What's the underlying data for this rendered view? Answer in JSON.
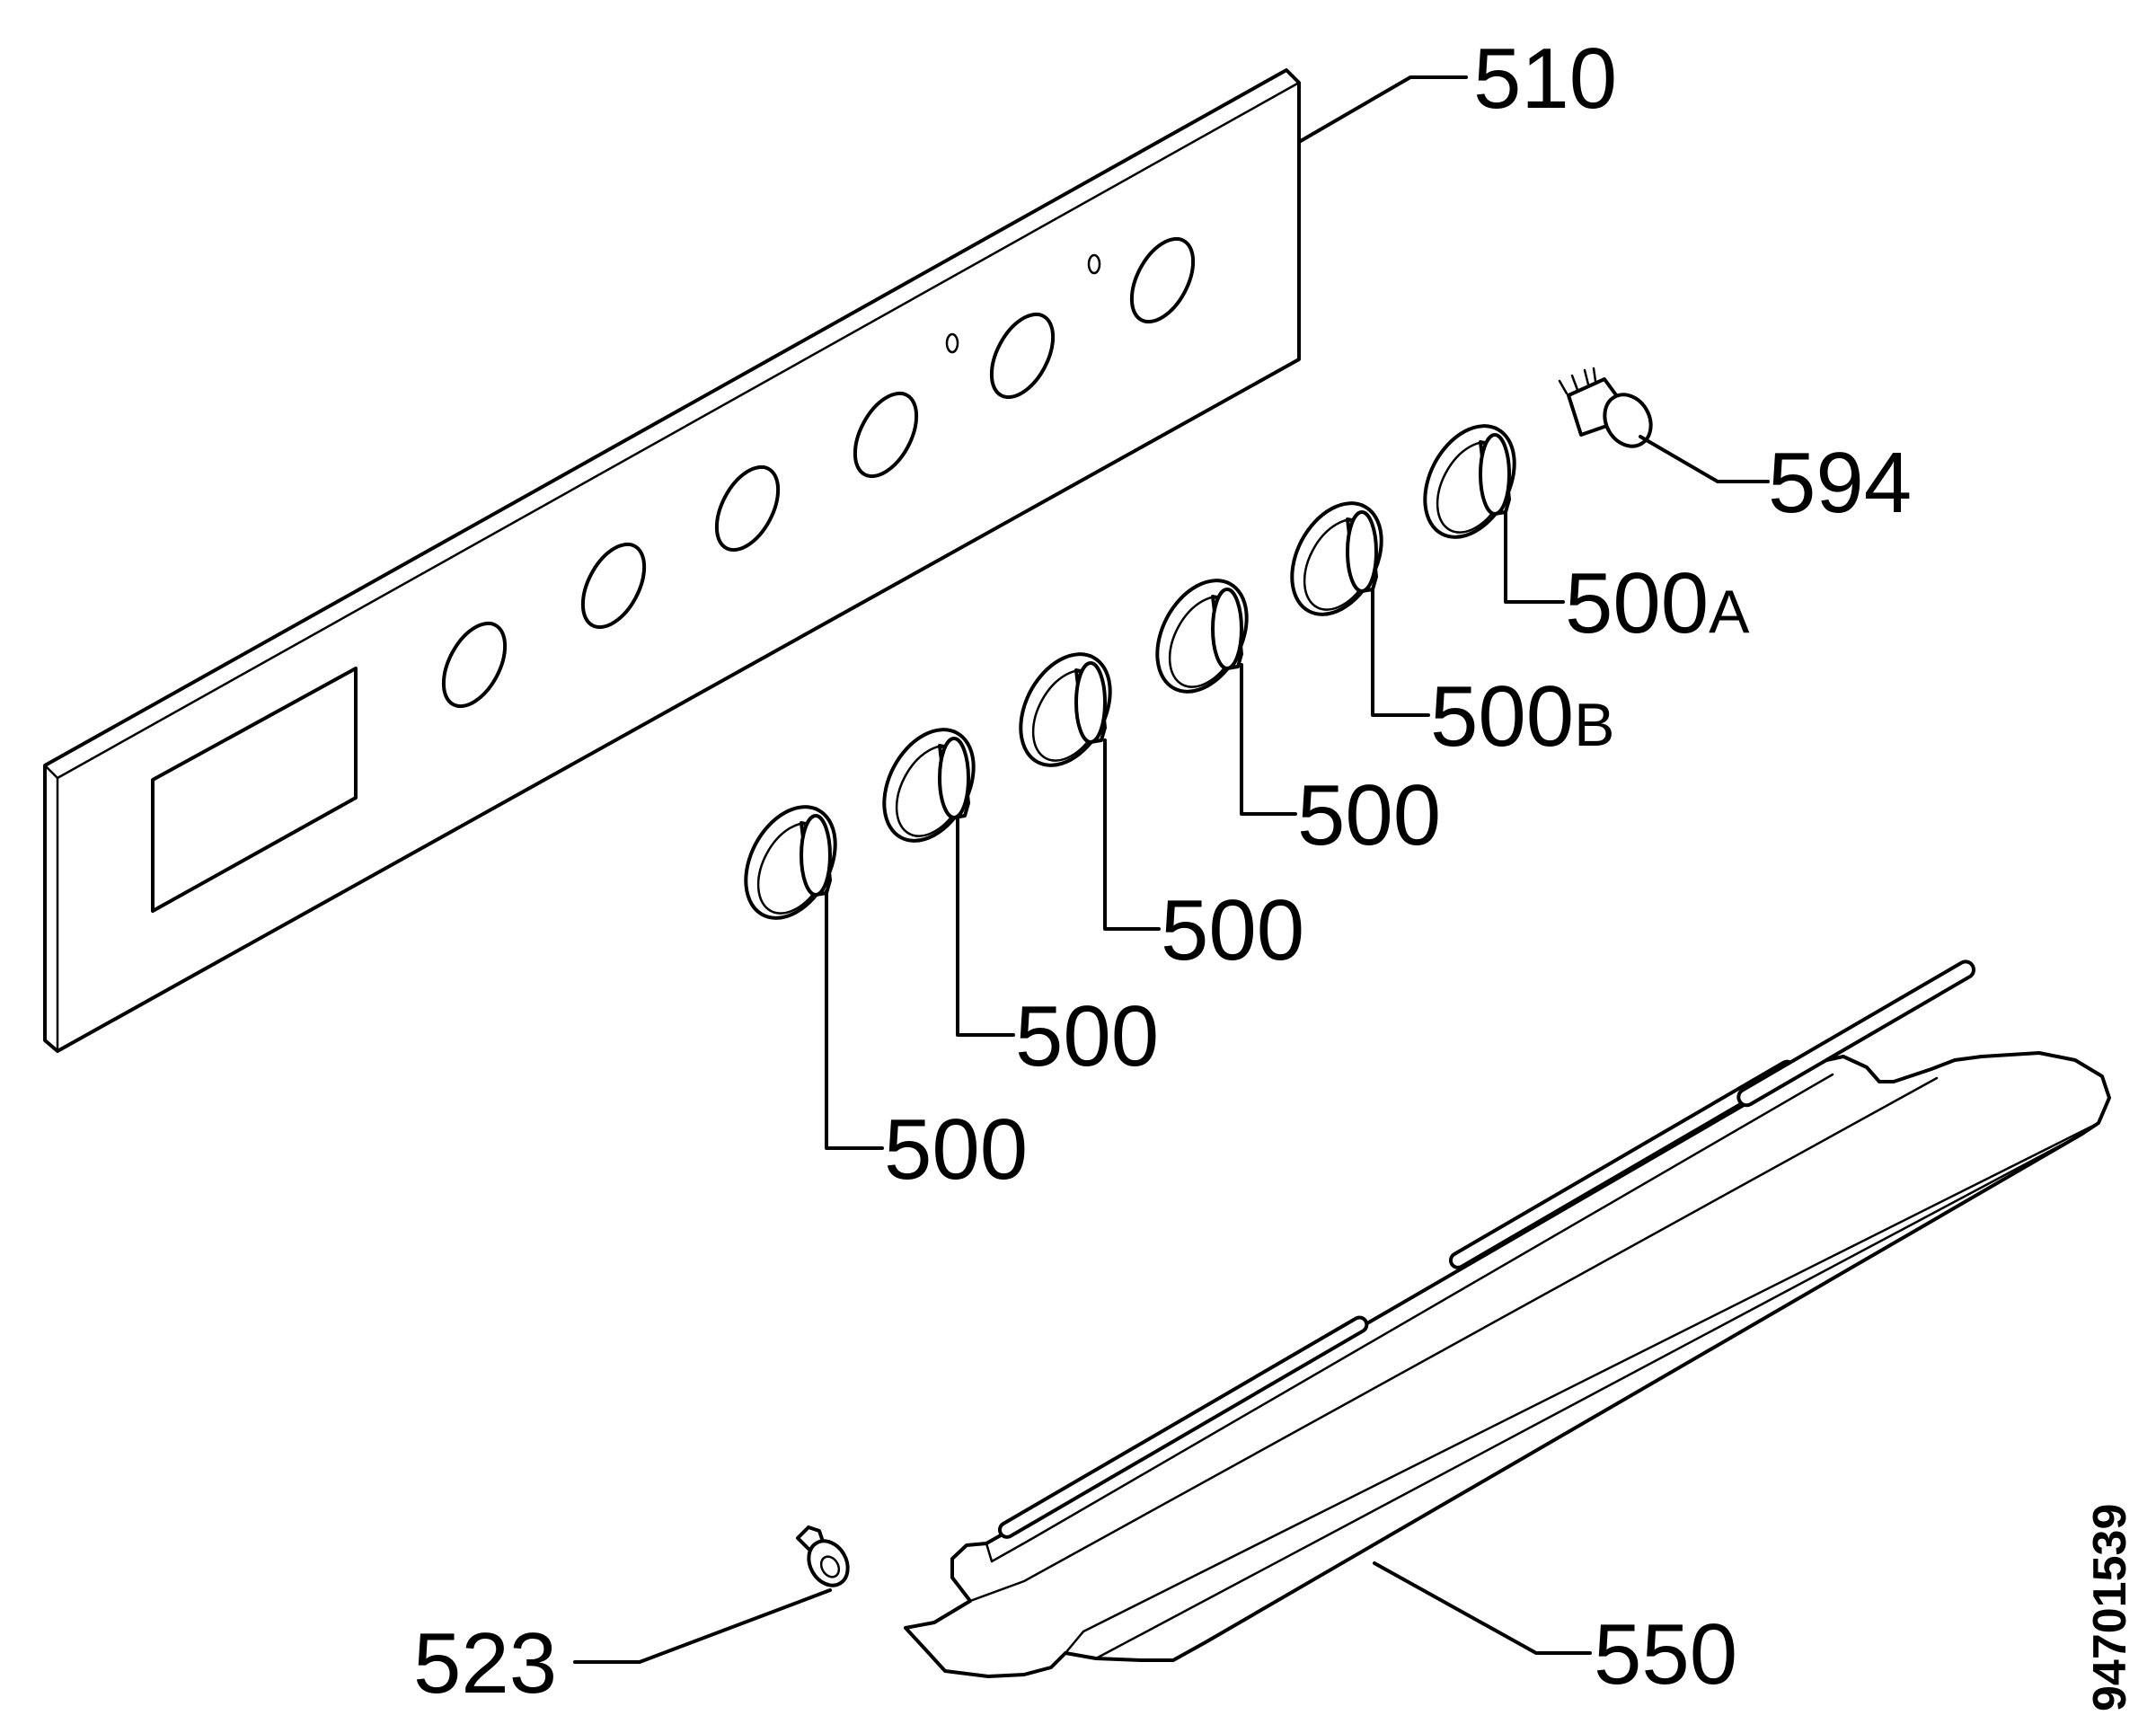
{
  "labels": {
    "p510": "510",
    "p594": "594",
    "p500a_num": "500",
    "p500a_suf": "A",
    "p500b_num": "500",
    "p500b_suf": "B",
    "p500_1": "500",
    "p500_2": "500",
    "p500_3": "500",
    "p500_4": "500",
    "p523": "523",
    "p550": "550"
  },
  "document_number": "94701539"
}
